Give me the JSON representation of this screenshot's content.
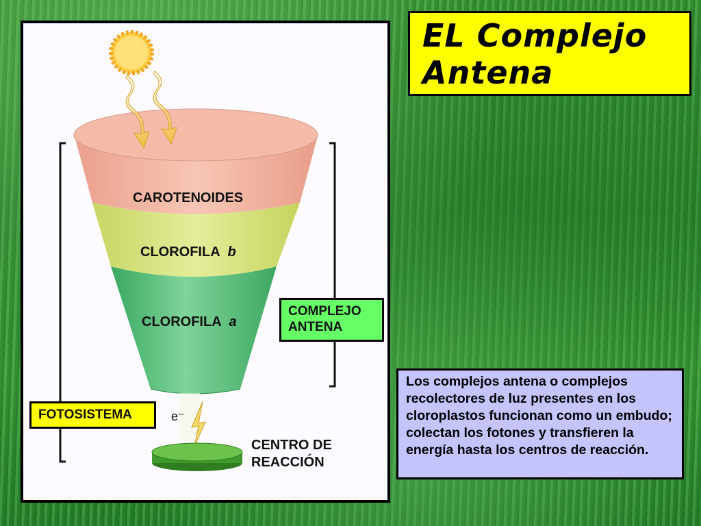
{
  "title": {
    "line1": "EL Complejo",
    "line2": "Antena"
  },
  "diagram": {
    "layers": {
      "carotenoides": "CAROTENOIDES",
      "clorofila_b": "CLOROFILA",
      "clorofila_b_letter": "b",
      "clorofila_a": "CLOROFILA",
      "clorofila_a_letter": "a"
    },
    "complejo_antena": {
      "line1": "COMPLEJO",
      "line2": "ANTENA"
    },
    "fotosistema": "FOTOSISTEMA",
    "electron": "e⁻",
    "centro": {
      "line1": "CENTRO DE",
      "line2": "REACCIÓN"
    },
    "colors": {
      "carotenoides": "#f2b2a0",
      "clorofila_b": "#d6e37a",
      "clorofila_a": "#5cc07a",
      "reaction_center": "#3f9a2c",
      "sun": "#ffcf40"
    }
  },
  "description": "Los complejos antena o complejos recolectores de luz presentes en los cloroplastos funcionan como un embudo; colectan los fotones y transfieren la energía hasta los centros de reacción."
}
